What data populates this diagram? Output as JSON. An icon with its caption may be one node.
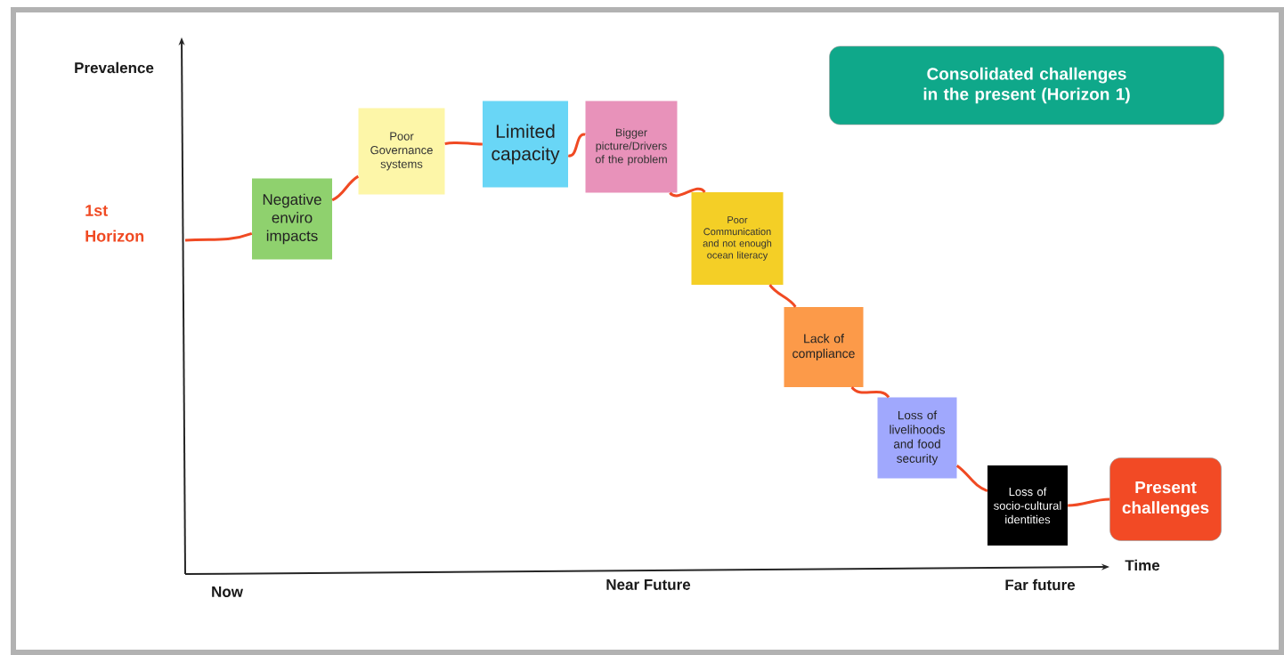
{
  "diagram": {
    "nodes": [
      {
        "text": [
          "Consolidated challenges in the present (Horizon 1)"
        ]
      },
      {
        "text": [
          "Negative enviro impacts"
        ]
      },
      {
        "text": [
          "Poor Governance systems"
        ]
      },
      {
        "text": [
          "Limited capacity"
        ]
      },
      {
        "text": [
          "Bigger picture/Drivers of the problem"
        ]
      },
      {
        "text": [
          "Poor Communication and not enough ocean literacy"
        ]
      },
      {
        "text": [
          "Lack of compliance"
        ]
      },
      {
        "text": [
          "Loss of livelihoods and food security"
        ]
      },
      {
        "text": [
          "Loss of socio-cultural identities"
        ]
      },
      {
        "text": [
          "Present challenges"
        ]
      }
    ],
    "edges": [
      {
        "from": null,
        "to": 1,
        "arrow": "none"
      },
      {
        "from": 1,
        "to": 2,
        "arrow": "none"
      },
      {
        "from": 2,
        "to": 3,
        "arrow": "none"
      },
      {
        "from": 3,
        "to": 4,
        "arrow": "none"
      },
      {
        "from": 4,
        "to": 5,
        "arrow": "none"
      },
      {
        "from": 5,
        "to": 6,
        "arrow": "none"
      },
      {
        "from": 6,
        "to": 7,
        "arrow": "none"
      },
      {
        "from": 7,
        "to": 8,
        "arrow": "none"
      },
      {
        "from": 8,
        "to": 9,
        "arrow": "none"
      }
    ],
    "labels": [
      "Prevalence",
      "1st Horizon",
      "Time",
      "Now",
      "Near Future",
      "Far future"
    ]
  }
}
